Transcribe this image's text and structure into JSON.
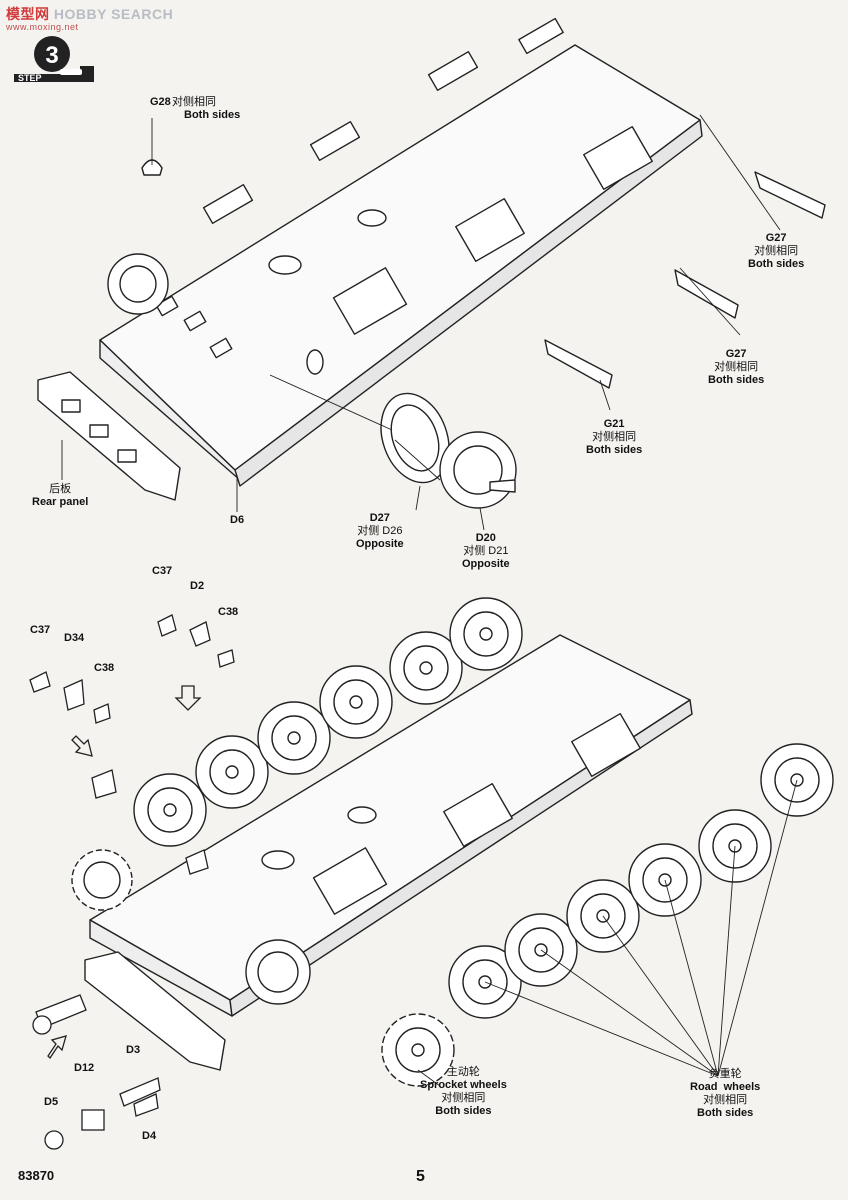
{
  "watermark": {
    "brand_cn": "模型网",
    "brand_en": "HOBBY SEARCH",
    "url": "www.moxing.net"
  },
  "step": {
    "label": "STEP",
    "number": "3"
  },
  "labels": {
    "g28": {
      "part": "G28",
      "cn": "对侧相同",
      "en": "Both sides"
    },
    "g27a": {
      "part": "G27",
      "cn": "对侧相同",
      "en": "Both sides"
    },
    "g27b": {
      "part": "G27",
      "cn": "对侧相同",
      "en": "Both sides"
    },
    "g21": {
      "part": "G21",
      "cn": "对侧相同",
      "en": "Both sides"
    },
    "rear": {
      "cn": "后板",
      "en": "Rear panel"
    },
    "d6": {
      "part": "D6"
    },
    "d27": {
      "part": "D27",
      "cn": "对侧 D26",
      "en": "Opposite"
    },
    "d20": {
      "part": "D20",
      "cn": "对侧 D21",
      "en": "Opposite"
    },
    "c37a": {
      "part": "C37"
    },
    "d2": {
      "part": "D2"
    },
    "c38a": {
      "part": "C38"
    },
    "c37b": {
      "part": "C37"
    },
    "d34": {
      "part": "D34"
    },
    "c38b": {
      "part": "C38"
    },
    "d3": {
      "part": "D3"
    },
    "d12": {
      "part": "D12"
    },
    "d5": {
      "part": "D5"
    },
    "d4": {
      "part": "D4"
    },
    "sprocket": {
      "cn": "主动轮",
      "en": "Sprocket wheels",
      "cn2": "对侧相同",
      "en2": "Both sides"
    },
    "road": {
      "cn": "负重轮",
      "en": "Road  wheels",
      "cn2": "对侧相同",
      "en2": "Both sides"
    }
  },
  "footer": {
    "kit_number": "83870",
    "page_number": "5"
  }
}
